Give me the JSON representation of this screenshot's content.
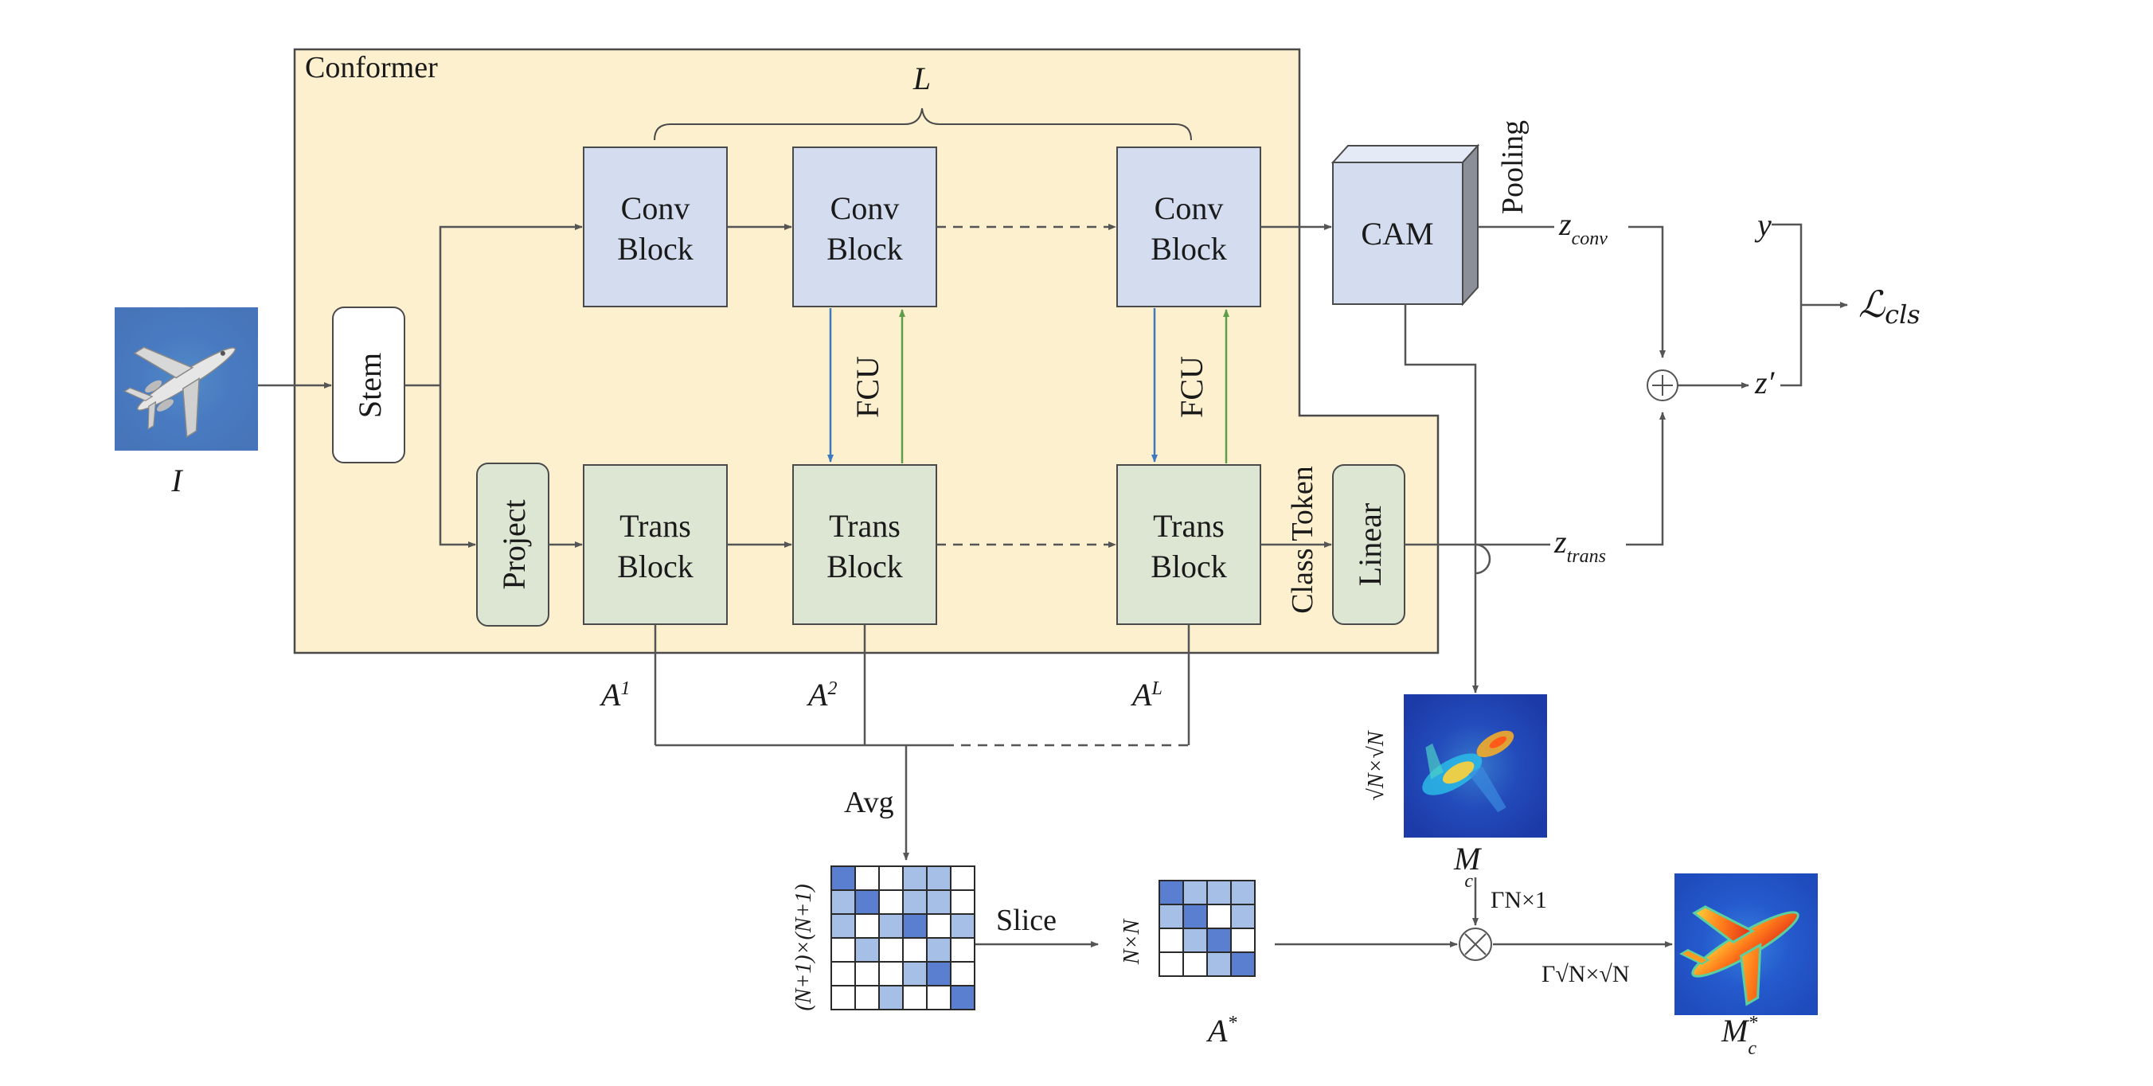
{
  "diagram": {
    "container_label": "Conformer",
    "input": {
      "label": "I",
      "image": "airplane-photo"
    },
    "stem_label": "Stem",
    "project_label": "Project",
    "layer_count_label": "L",
    "conv_block": {
      "line1": "Conv",
      "line2": "Block"
    },
    "trans_block": {
      "line1": "Trans",
      "line2": "Block"
    },
    "fcu_label": "FCU",
    "cam_label": "CAM",
    "pooling_label": "Pooling",
    "class_token_label": "Class Token",
    "linear_label": "Linear",
    "z_conv": {
      "base": "z",
      "sub": "conv"
    },
    "z_trans": {
      "base": "z",
      "sub": "trans"
    },
    "z_prime": "z′",
    "y_label": "y",
    "loss": {
      "base": "ℒ",
      "sub": "cls"
    },
    "attn": [
      {
        "base": "A",
        "sup": "1"
      },
      {
        "base": "A",
        "sup": "2"
      },
      {
        "base": "A",
        "sup": "L"
      }
    ],
    "avg_label": "Avg",
    "slice_label": "Slice",
    "big_matrix_dim": "(N+1)×(N+1)",
    "small_matrix_dim": "N×N",
    "a_star": {
      "base": "A",
      "sup": "*"
    },
    "mc": {
      "base": "M",
      "sub": "c"
    },
    "mc_dim": "√N×√N",
    "gamma1": "ΓN×1",
    "gamma2": "Γ√N×√N",
    "mc_star": {
      "base": "M",
      "sup": "*",
      "sub": "c"
    },
    "colors": {
      "container": "#fdf0cf",
      "conv": "#d4ddef",
      "trans": "#dce6d2",
      "cam": "#d4ddef",
      "fcu_down": "#3d78c0",
      "fcu_up": "#5f9e48",
      "matrix_dark": "#5a7fd0",
      "matrix_mid": "#a6bfe6"
    },
    "big_matrix_cells": [
      [
        "d",
        "w",
        "w",
        "m",
        "m",
        "w"
      ],
      [
        "m",
        "d",
        "w",
        "m",
        "m",
        "w"
      ],
      [
        "m",
        "w",
        "m",
        "d",
        "w",
        "m"
      ],
      [
        "w",
        "m",
        "w",
        "w",
        "m",
        "w"
      ],
      [
        "w",
        "w",
        "w",
        "m",
        "d",
        "w"
      ],
      [
        "w",
        "w",
        "m",
        "w",
        "w",
        "d"
      ]
    ],
    "small_matrix_cells": [
      [
        "d",
        "m",
        "m",
        "m"
      ],
      [
        "m",
        "d",
        "w",
        "m"
      ],
      [
        "w",
        "m",
        "d",
        "w"
      ],
      [
        "w",
        "w",
        "m",
        "d"
      ]
    ]
  }
}
